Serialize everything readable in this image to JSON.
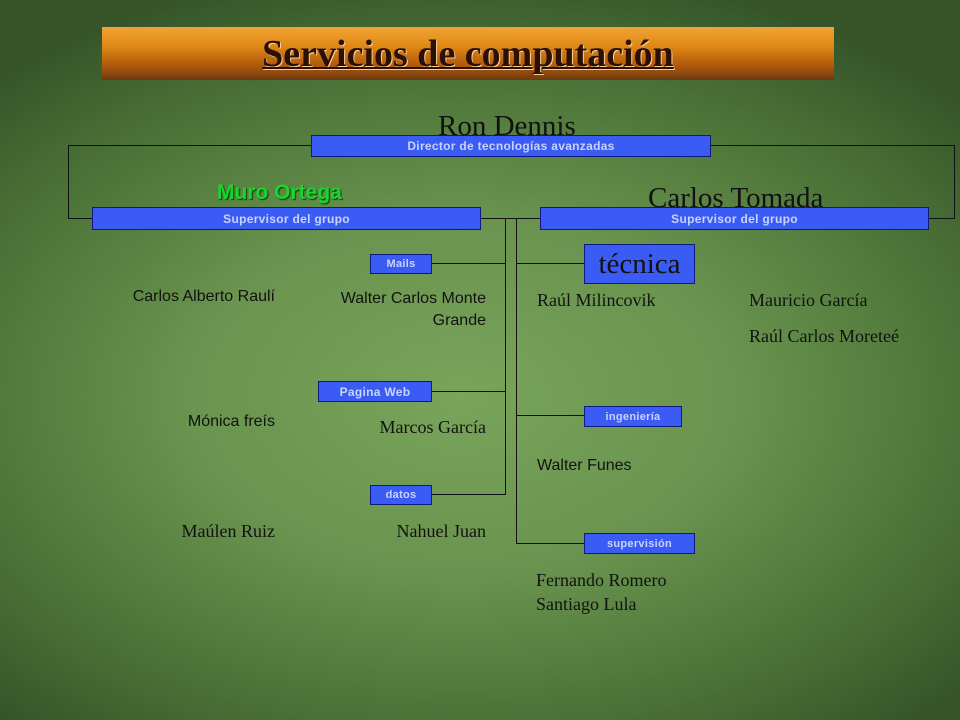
{
  "title": "Servicios de computación",
  "director": {
    "name": "Ron Dennis",
    "role": "Director de tecnologías avanzadas"
  },
  "left_group": {
    "supervisor_name": "Muro Ortega",
    "supervisor_role": "Supervisor del grupo",
    "units": [
      "Mails",
      "Pagina Web",
      "datos"
    ],
    "people_col1": [
      "Carlos Alberto Raulí",
      "Mónica freís",
      "Maúlen Ruiz"
    ],
    "people_col2": [
      "Walter Carlos Monte Grande",
      "Marcos García",
      "Nahuel Juan"
    ]
  },
  "right_group": {
    "supervisor_name": "Carlos Tomada",
    "supervisor_role": "Supervisor del grupo",
    "units": [
      "técnica",
      "ingeniería",
      "supervisión"
    ],
    "tecnica_people": [
      "Raúl Milincovik",
      "Mauricio García",
      "Raúl Carlos Moreteé"
    ],
    "ingenieria_people": [
      "Walter Funes"
    ],
    "supervision_people": [
      "Fernando Romero",
      "Santiago Lula"
    ]
  },
  "colors": {
    "background": "#6a944f",
    "role_box": "#3b5cf4",
    "title_bar": "#e08a16",
    "highlight_name": "#17d62c"
  }
}
